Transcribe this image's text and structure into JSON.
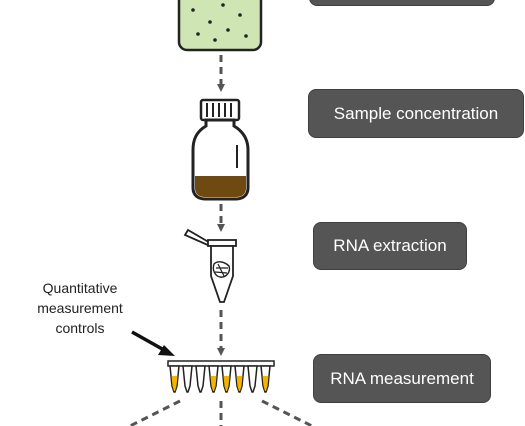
{
  "steps": [
    {
      "label": ""
    },
    {
      "label": "Sample concentration"
    },
    {
      "label": "RNA extraction"
    },
    {
      "label": "RNA measurement"
    }
  ],
  "annotation": {
    "lines": [
      "Quantitative",
      "measurement",
      "controls"
    ]
  },
  "colors": {
    "box_fill": "#555555",
    "sample_fill": "#cfe5b4",
    "sediment": "#6e4a12",
    "well_fill": "#f2b400",
    "arrow": "#555555"
  },
  "icons": [
    "water-sample-icon",
    "bottle-icon",
    "microtube-icon",
    "pcr-strip-icon"
  ]
}
